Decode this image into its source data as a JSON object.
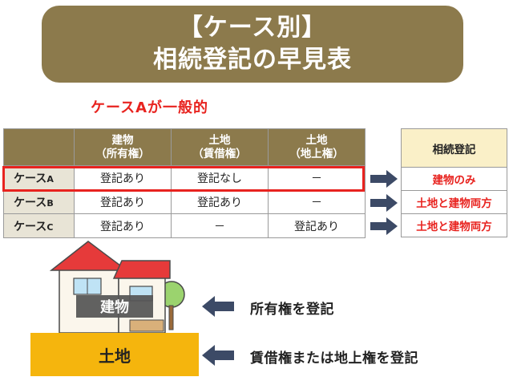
{
  "title": {
    "line1": "【ケース別】",
    "line2": "相続登記の早見表"
  },
  "case_note": "ケースAが一般的",
  "matrix": {
    "headers": [
      {
        "line1": "",
        "line2": ""
      },
      {
        "line1": "建物",
        "line2": "（所有権）"
      },
      {
        "line1": "土地",
        "line2": "（賃借権）"
      },
      {
        "line1": "土地",
        "line2": "（地上権）"
      }
    ],
    "rows": [
      {
        "case_main": "ケース",
        "case_letter": "A",
        "c1": "登記あり",
        "c2": "登記なし",
        "c3": "－"
      },
      {
        "case_main": "ケース",
        "case_letter": "B",
        "c1": "登記あり",
        "c2": "登記あり",
        "c3": "－"
      },
      {
        "case_main": "ケース",
        "case_letter": "C",
        "c1": "登記あり",
        "c2": "－",
        "c3": "登記あり"
      }
    ]
  },
  "result": {
    "header": "相続登記",
    "rows": [
      "建物のみ",
      "土地と建物両方",
      "土地と建物両方"
    ]
  },
  "illustration": {
    "building_label": "建物",
    "land_label": "土地",
    "building_note": "所有権を登記",
    "land_note": "賃借権または地上権を登記"
  },
  "colors": {
    "title_bg": "#8c7a4c",
    "accent_red": "#e8231f",
    "land_yellow": "#f5b50d",
    "arrow": "#3c4a66"
  }
}
